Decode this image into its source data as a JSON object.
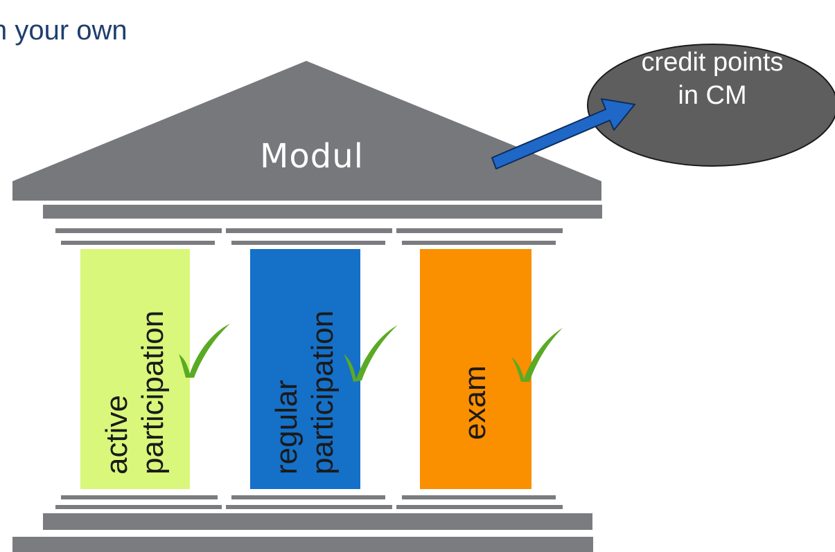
{
  "heading": "n your own",
  "roof_label": "Modul",
  "callout": {
    "line1": "credit points",
    "line2": "in CM"
  },
  "pillars": [
    {
      "label": "active\nparticipation",
      "color": "#d9f77a",
      "checked": true
    },
    {
      "label": "regular\nparticipation",
      "color": "#1570c8",
      "checked": true
    },
    {
      "label": "exam",
      "color": "#fa8f00",
      "checked": true
    }
  ],
  "colors": {
    "temple_gray": "#7a7c80",
    "bubble_fill": "#5e5e5e",
    "arrow_fill": "#1f68c8",
    "check_green": "#5aaa24",
    "heading_blue": "#1f3f6e"
  }
}
